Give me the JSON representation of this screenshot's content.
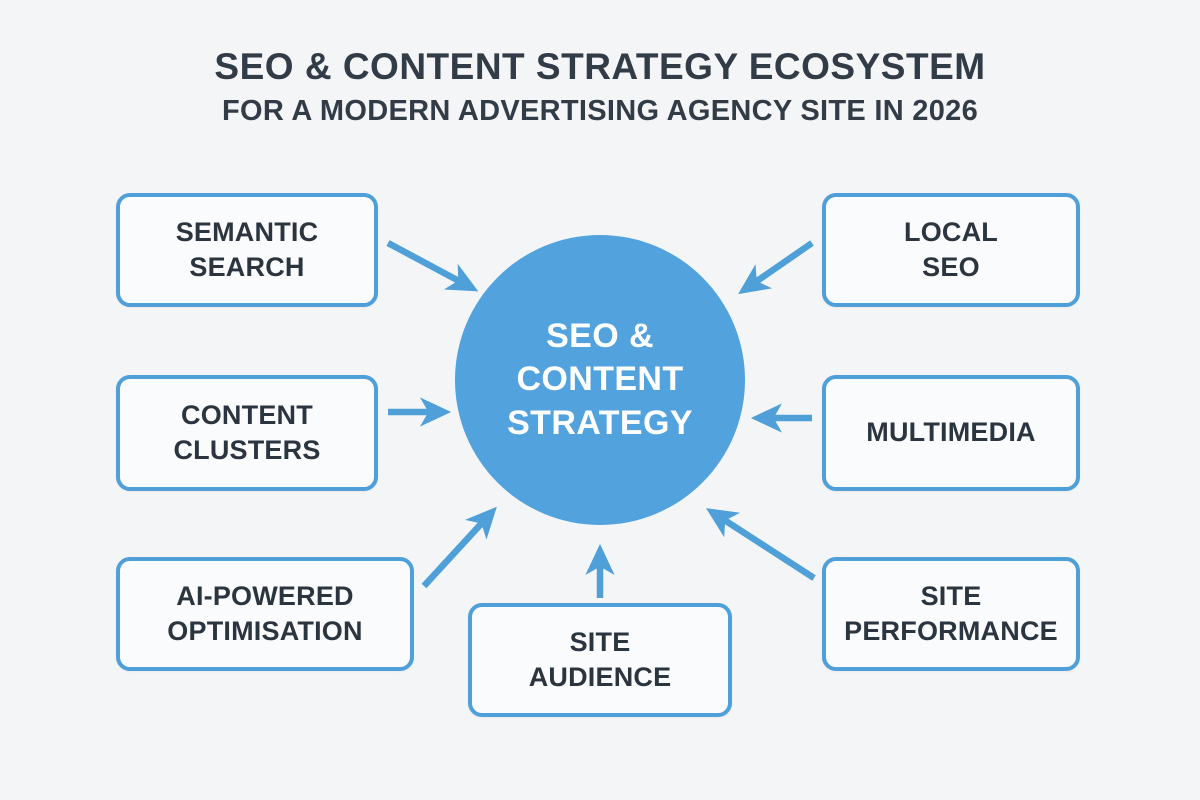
{
  "header": {
    "title": "SEO & CONTENT STRATEGY ECOSYSTEM",
    "subtitle": "FOR A MODERN ADVERTISING AGENCY SITE IN 2026"
  },
  "hub": {
    "label": "SEO &\nCONTENT\nSTRATEGY",
    "fill_color": "#52a2de",
    "text_color": "#ffffff"
  },
  "nodes": [
    {
      "id": "semantic-search",
      "label": "SEMANTIC\nSEARCH",
      "position": "left-top"
    },
    {
      "id": "content-clusters",
      "label": "CONTENT\nCLUSTERS",
      "position": "left-middle"
    },
    {
      "id": "ai-powered-optimisation",
      "label": "AI-POWERED\nOPTIMISATION",
      "position": "left-bottom"
    },
    {
      "id": "local-seo",
      "label": "LOCAL\nSEO",
      "position": "right-top"
    },
    {
      "id": "multimedia",
      "label": "MULTIMEDIA",
      "position": "right-middle"
    },
    {
      "id": "site-performance",
      "label": "SITE\nPERFORMANCE",
      "position": "right-bottom"
    },
    {
      "id": "site-audience",
      "label": "SITE\nAUDIENCE",
      "position": "bottom-center"
    }
  ],
  "arrows": [
    {
      "from": "semantic-search",
      "to": "hub",
      "direction": "down-right"
    },
    {
      "from": "content-clusters",
      "to": "hub",
      "direction": "right"
    },
    {
      "from": "ai-powered-optimisation",
      "to": "hub",
      "direction": "up-right"
    },
    {
      "from": "local-seo",
      "to": "hub",
      "direction": "down-left"
    },
    {
      "from": "multimedia",
      "to": "hub",
      "direction": "left"
    },
    {
      "from": "site-performance",
      "to": "hub",
      "direction": "up-left"
    },
    {
      "from": "site-audience",
      "to": "hub",
      "direction": "up"
    }
  ],
  "theme": {
    "background": "#f4f5f7",
    "accent": "#4f9fd8",
    "box_fill": "#fafbfc",
    "text": "#2b3540",
    "title_text": "#323c47",
    "arrow_color": "#4f9fd8"
  }
}
